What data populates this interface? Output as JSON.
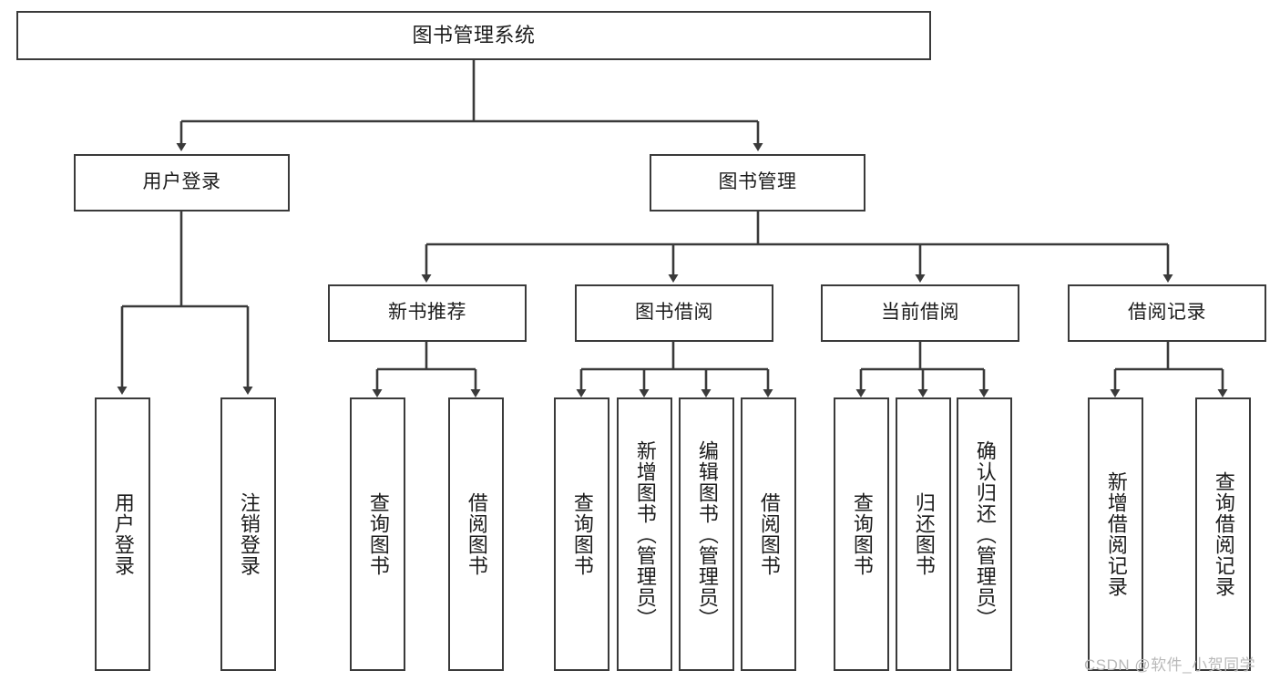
{
  "diagram": {
    "type": "tree",
    "title": "图书管理系统",
    "root": {
      "label": "图书管理系统"
    },
    "level2": [
      {
        "label": "用户登录"
      },
      {
        "label": "图书管理"
      }
    ],
    "level3": [
      {
        "label": "新书推荐"
      },
      {
        "label": "图书借阅"
      },
      {
        "label": "当前借阅"
      },
      {
        "label": "借阅记录"
      }
    ],
    "leaves": {
      "user_login": [
        {
          "label": "用户登录"
        },
        {
          "label": "注销登录"
        }
      ],
      "new_book_recommend": [
        {
          "label": "查询图书"
        },
        {
          "label": "借阅图书"
        }
      ],
      "book_borrow": [
        {
          "label": "查询图书"
        },
        {
          "label": "新增图书（管理员）"
        },
        {
          "label": "编辑图书（管理员）"
        },
        {
          "label": "借阅图书"
        }
      ],
      "current_borrow": [
        {
          "label": "查询图书"
        },
        {
          "label": "归还图书"
        },
        {
          "label": "确认归还（管理员）"
        }
      ],
      "borrow_record": [
        {
          "label": "新增借阅记录"
        },
        {
          "label": "查询借阅记录"
        }
      ]
    }
  },
  "watermark": {
    "text": "CSDN @软件_小贺同学"
  },
  "colors": {
    "stroke": "#3a3a3a",
    "background": "#ffffff",
    "text": "#1c1c1c",
    "watermark": "#b9b9b9"
  }
}
